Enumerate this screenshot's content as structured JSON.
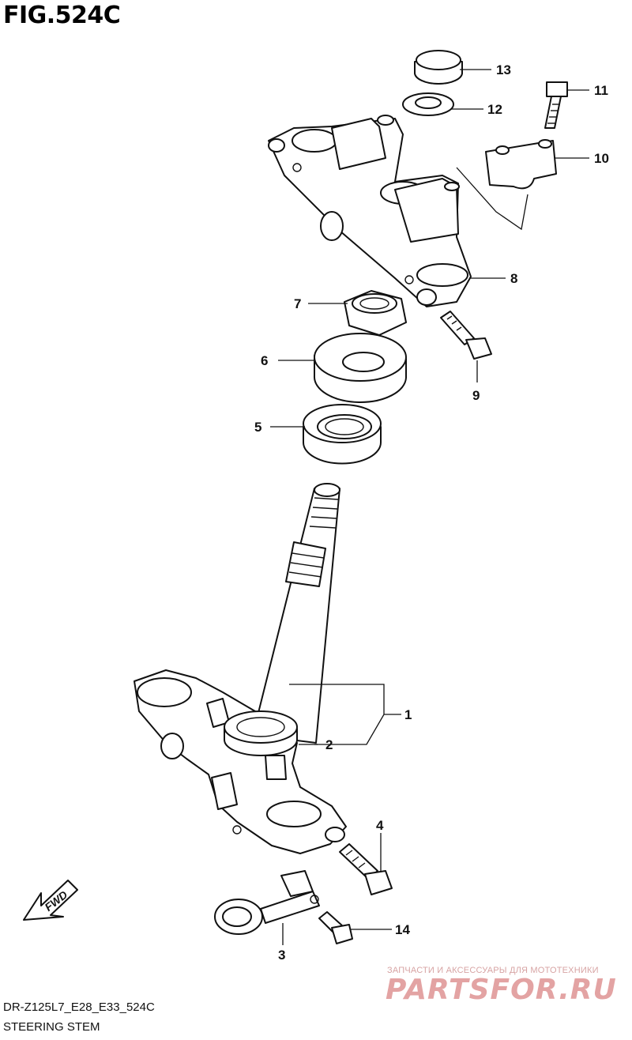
{
  "figure": {
    "title": "FIG.524C",
    "model_code": "DR-Z125L7_E28_E33_524C",
    "section_name": "STEERING STEM"
  },
  "callouts": [
    "1",
    "2",
    "3",
    "4",
    "5",
    "6",
    "7",
    "8",
    "9",
    "10",
    "11",
    "12",
    "13",
    "14"
  ],
  "direction_arrow": {
    "label": "FWD"
  },
  "watermark": {
    "tagline": "ЗАПЧАСТИ И АКСЕССУАРЫ ДЛЯ МОТОТЕХНИКИ",
    "logo": "PARTSFOR.RU"
  }
}
